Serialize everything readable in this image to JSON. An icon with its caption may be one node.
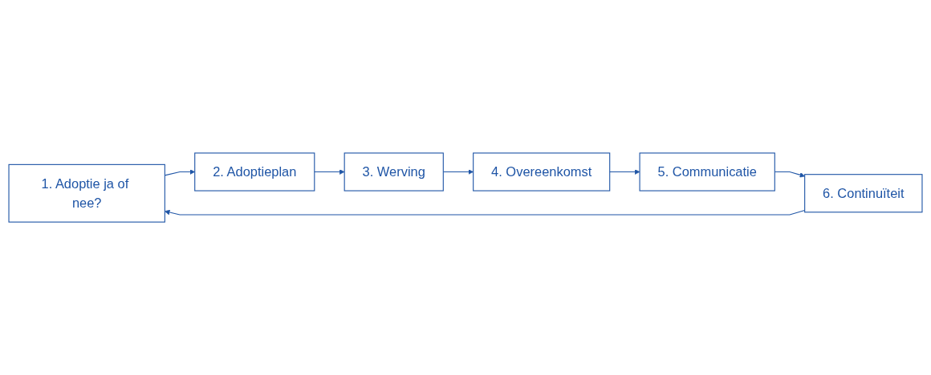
{
  "diagram": {
    "nodes": [
      {
        "text": [
          "1. Adoptie ja of nee?"
        ]
      },
      {
        "text": [
          "2. Adoptieplan"
        ]
      },
      {
        "text": [
          "3. Werving"
        ]
      },
      {
        "text": [
          "4. Overeenkomst"
        ]
      },
      {
        "text": [
          "5. Communicatie"
        ]
      },
      {
        "text": [
          "6. Continuïteit"
        ]
      }
    ],
    "edges": [
      {
        "from": 5,
        "to": 0,
        "arrow": "to"
      },
      {
        "from": 0,
        "to": 1,
        "arrow": "to"
      },
      {
        "from": 1,
        "to": 2,
        "arrow": "to"
      },
      {
        "from": 2,
        "to": 3,
        "arrow": "to"
      },
      {
        "from": 3,
        "to": 4,
        "arrow": "to"
      },
      {
        "from": 4,
        "to": 5,
        "arrow": "to"
      }
    ]
  }
}
